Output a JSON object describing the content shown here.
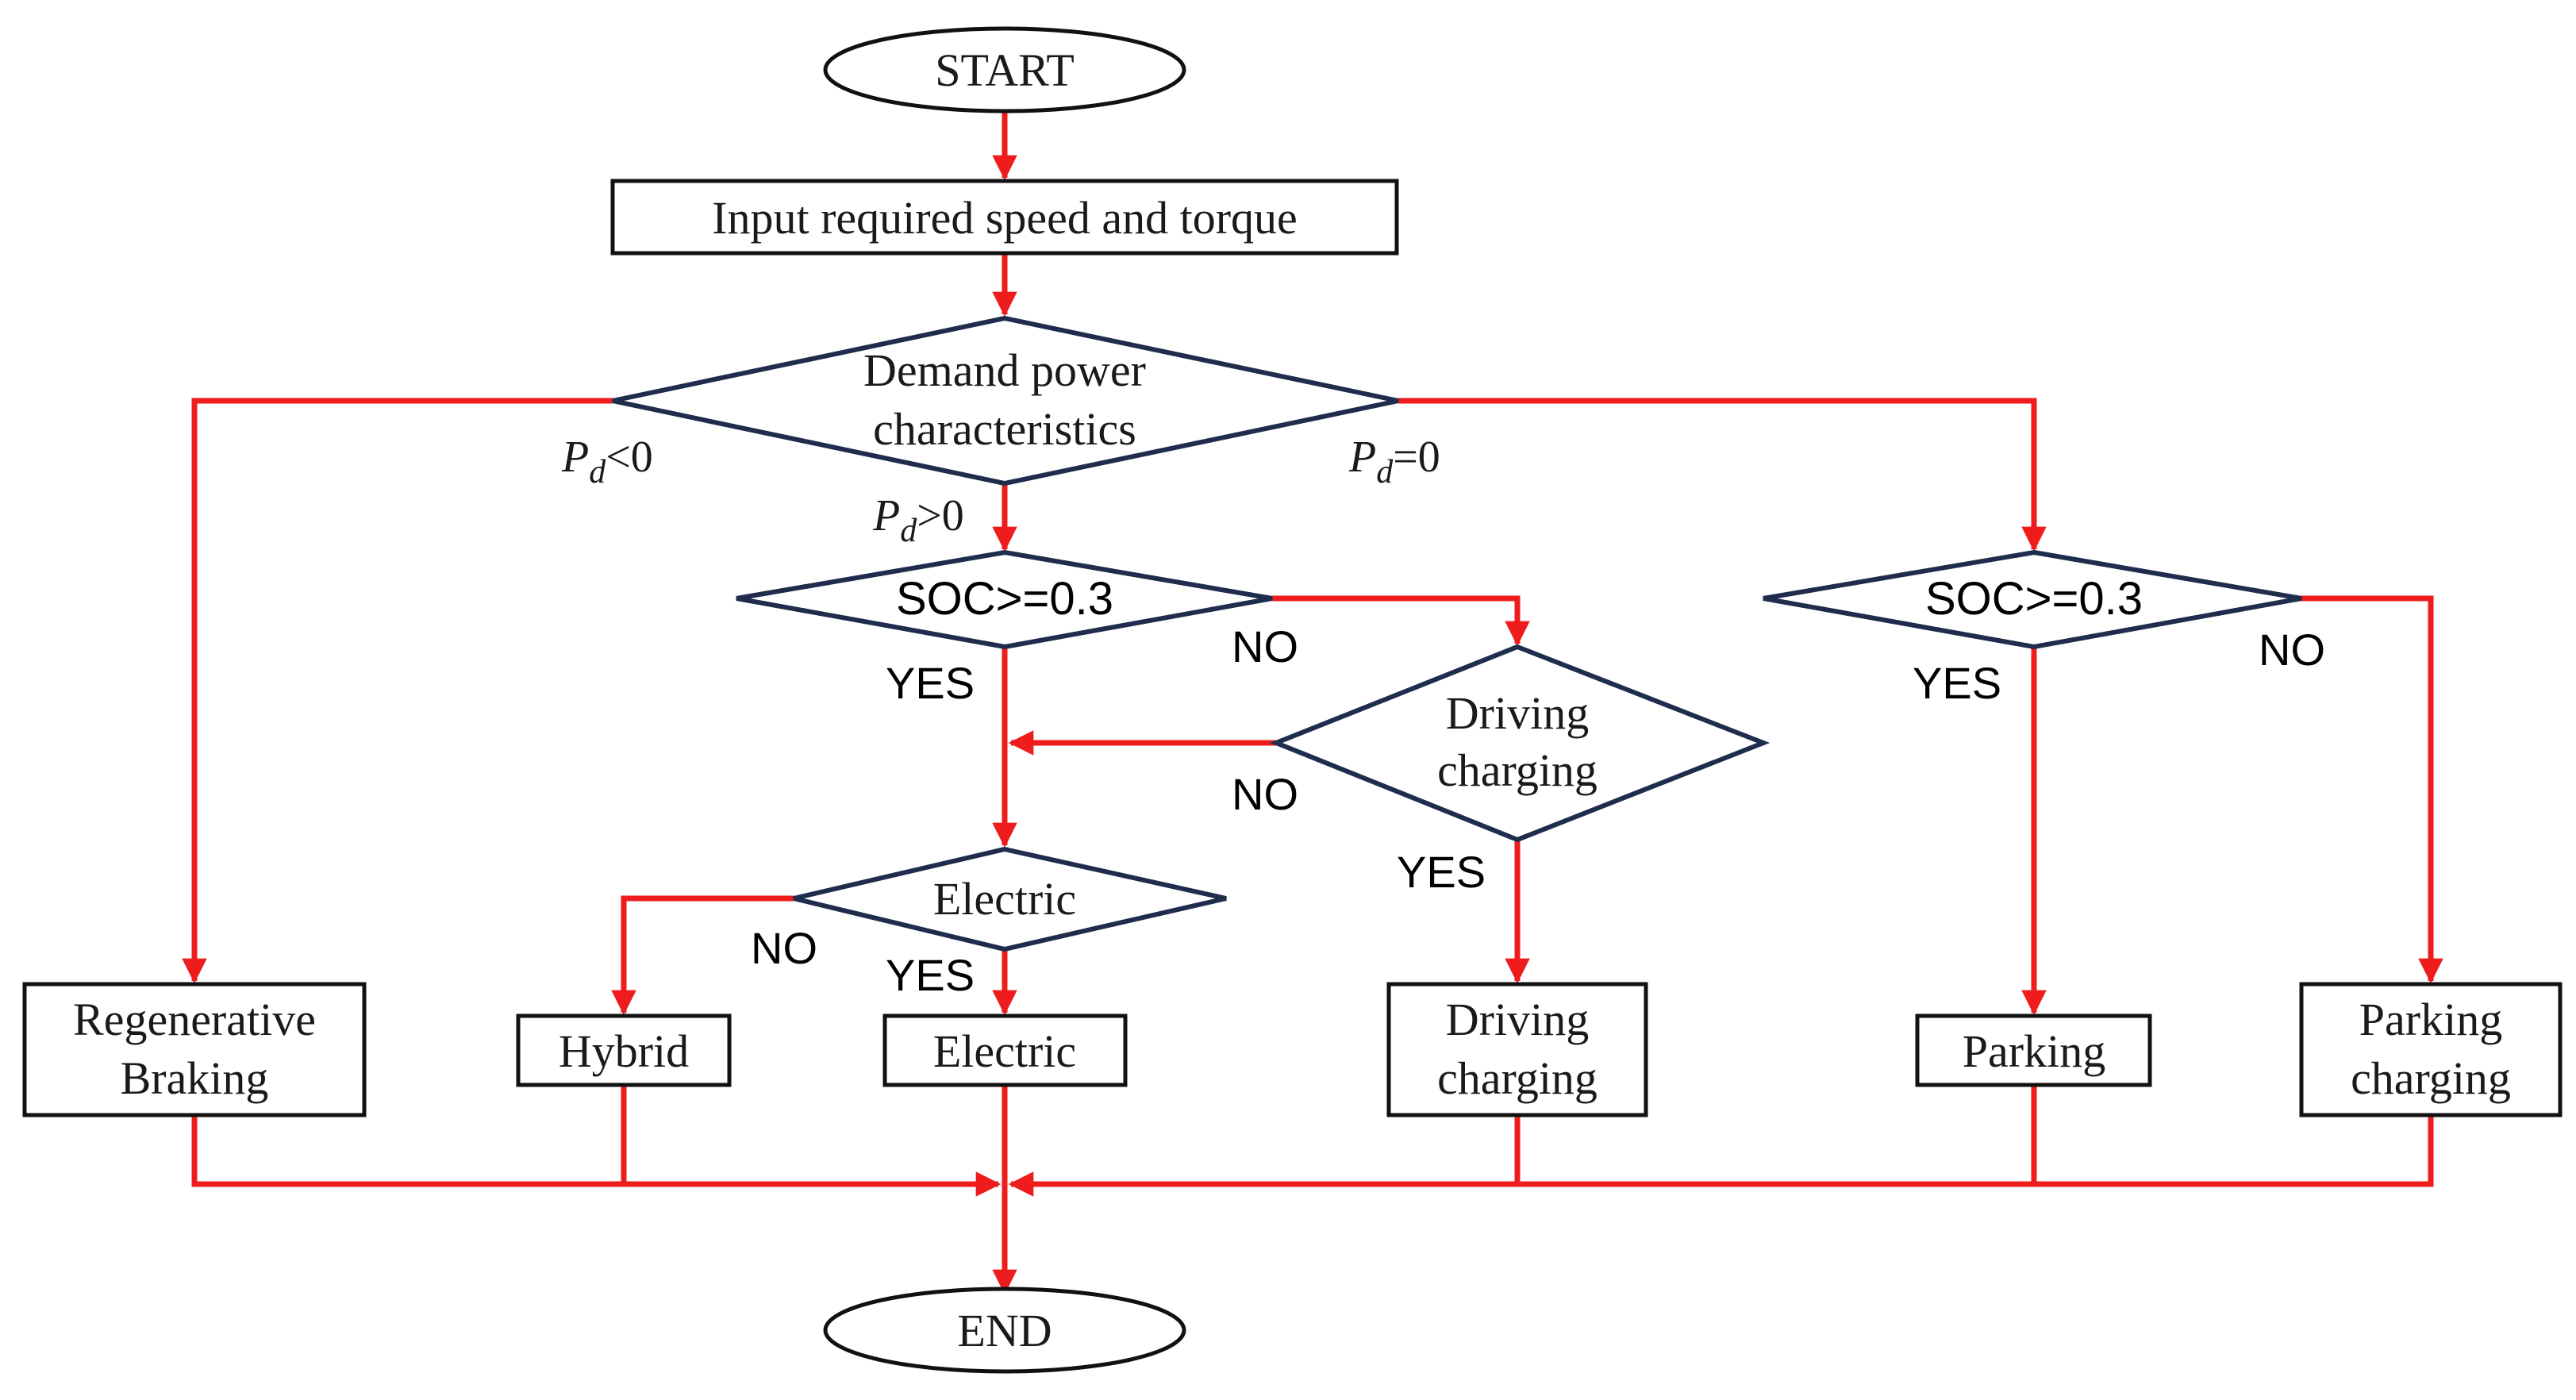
{
  "colors": {
    "flow_line": "#ee1c1c",
    "decision_border": "#1f2d4d",
    "box_border": "#111111",
    "text": "#1a1a1a"
  },
  "nodes": {
    "start": "START",
    "input": "Input required speed and torque",
    "demand": [
      "Demand power",
      "characteristics"
    ],
    "soc_left": "SOC>=0.3",
    "driving_decision": [
      "Driving",
      "charging"
    ],
    "electric_decision": "Electric",
    "soc_right": "SOC>=0.3",
    "regen": [
      "Regenerative",
      "Braking"
    ],
    "hybrid": "Hybrid",
    "electric": "Electric",
    "driving_charging": [
      "Driving",
      "charging"
    ],
    "parking": "Parking",
    "parking_charging": [
      "Parking",
      "charging"
    ],
    "end": "END"
  },
  "labels": {
    "pd_symbol": "P",
    "pd_subscript": "d",
    "pd_neg": "<0",
    "pd_zero": "=0",
    "pd_pos": ">0",
    "soc_left_no": "NO",
    "soc_left_yes": "YES",
    "driving_no": "NO",
    "driving_yes": "YES",
    "electric_no": "NO",
    "electric_yes": "YES",
    "soc_right_yes": "YES",
    "soc_right_no": "NO"
  }
}
